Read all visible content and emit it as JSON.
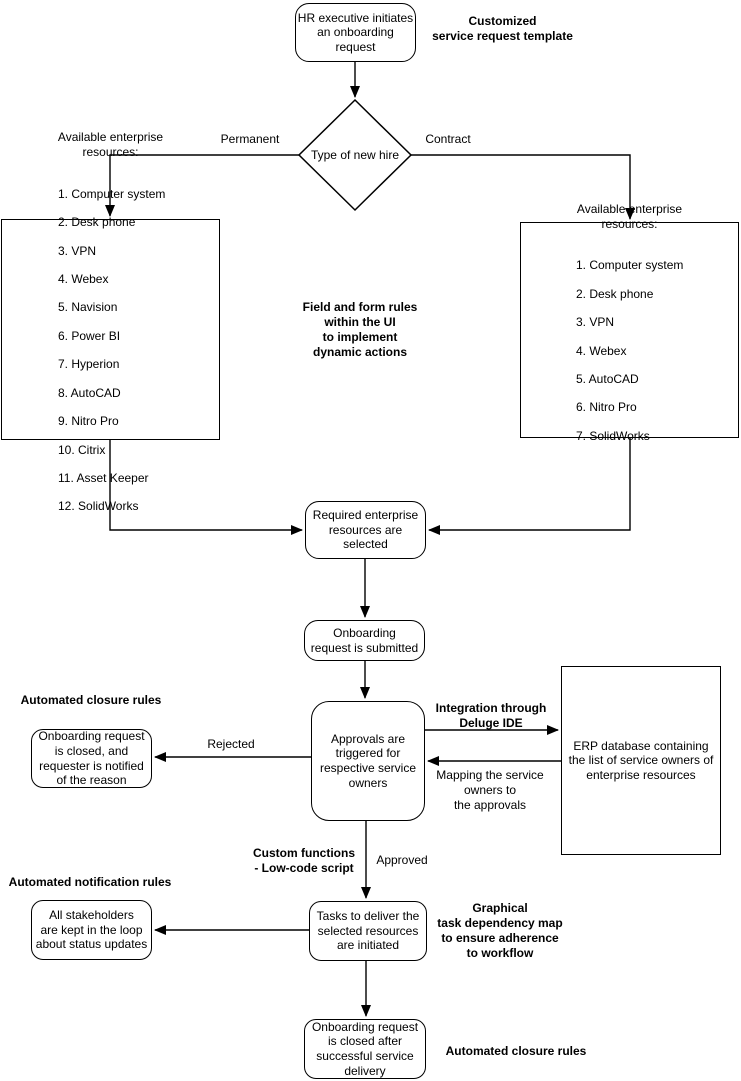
{
  "diagram_type": "flowchart",
  "colors": {
    "stroke": "#000000",
    "fill": "#ffffff",
    "text": "#000000"
  },
  "nodes": {
    "start": {
      "text": "HR executive initiates\nan onboarding\nrequest"
    },
    "decision": {
      "text": "Type of new hire"
    },
    "permanent_resources": {
      "title": "Available enterprise\nresources:",
      "items": [
        "1. Computer system",
        "2. Desk phone",
        "3. VPN",
        "4. Webex",
        "5. Navision",
        "6. Power BI",
        "7. Hyperion",
        "8. AutoCAD",
        "9. Nitro Pro",
        "10. Citrix",
        "11. Asset Keeper",
        "12. SolidWorks"
      ]
    },
    "contract_resources": {
      "title": "Available enterprise\nresources:",
      "items": [
        "1. Computer system",
        "2. Desk phone",
        "3. VPN",
        "4. Webex",
        "5. AutoCAD",
        "6. Nitro Pro",
        "7. SolidWorks"
      ]
    },
    "required": {
      "text": "Required enterprise\nresources are\nselected"
    },
    "submitted": {
      "text": "Onboarding\nrequest is submitted"
    },
    "approvals": {
      "text": "Approvals are\ntriggered for\nrespective service\nowners"
    },
    "erp": {
      "text": "ERP database containing\nthe list of service owners of\nenterprise resources"
    },
    "rejected_closure": {
      "text": "Onboarding request\nis closed, and\nrequester is notified\nof the reason"
    },
    "stakeholders": {
      "text": "All stakeholders\nare kept in the loop\nabout status updates"
    },
    "tasks": {
      "text": "Tasks to deliver the\nselected resources\nare initiated"
    },
    "final_closure": {
      "text": "Onboarding request\nis closed after\nsuccessful service\ndelivery"
    }
  },
  "edge_labels": {
    "permanent": "Permanent",
    "contract": "Contract",
    "rejected": "Rejected",
    "approved": "Approved"
  },
  "annotations": {
    "customized_template": "Customized\nservice request template",
    "field_form_rules": "Field and form rules\nwithin the UI\nto implement\ndynamic actions",
    "closure_rules_top": "Automated closure rules",
    "integration_deluge": "Integration through\nDeluge IDE",
    "mapping_service_owners": "Mapping the service\nowners to\nthe approvals",
    "custom_functions": "Custom functions\n- Low-code script",
    "notification_rules": "Automated notification rules",
    "graphical_dependency": "Graphical\ntask dependency map\nto ensure adherence\nto workflow",
    "closure_rules_bottom": "Automated closure rules"
  }
}
